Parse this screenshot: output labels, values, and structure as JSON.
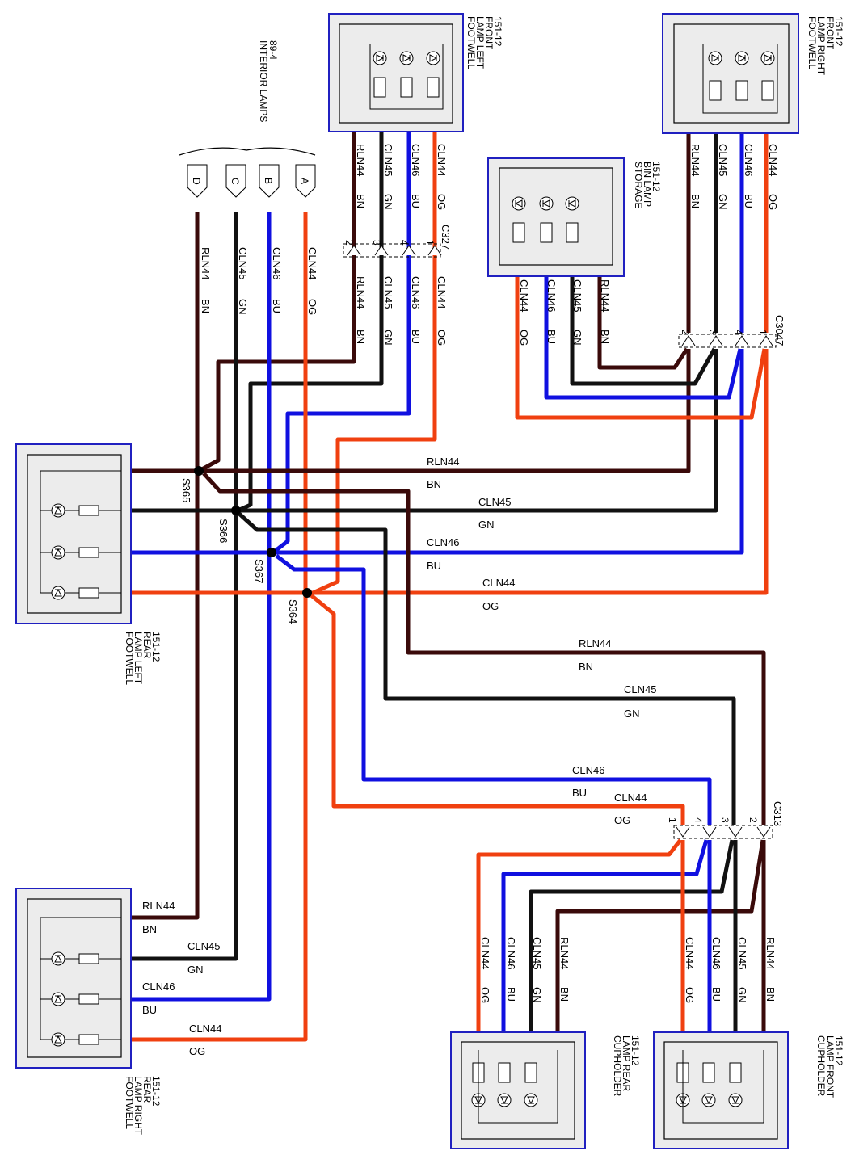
{
  "colors": {
    "BN": "#3a0a0a",
    "GN": "#111111",
    "BU": "#1010e0",
    "OG": "#f04010",
    "module_border": "#2020c0",
    "module_fill": "#ececec"
  },
  "wire_codes": {
    "og": "CLN44",
    "bu": "CLN46",
    "gn": "CLN45",
    "bn": "RLN44",
    "og_c": "OG",
    "bu_c": "BU",
    "gn_c": "GN",
    "bn_c": "BN"
  },
  "components": {
    "flf": [
      "FOOTWELL",
      "LAMP LEFT",
      "FRONT",
      "151-12"
    ],
    "frf": [
      "FOOTWELL",
      "LAMP RIGHT",
      "FRONT",
      "151-12"
    ],
    "storage": [
      "STORAGE",
      "BIN LAMP",
      "151-12"
    ],
    "interior": [
      "INTERIOR LAMPS",
      "89-4"
    ],
    "flr": [
      "FOOTWELL",
      "LAMP LEFT",
      "REAR",
      "151-12"
    ],
    "frr": [
      "FOOTWELL",
      "LAMP RIGHT",
      "REAR",
      "151-12"
    ],
    "cupr": [
      "CUPHOLDER",
      "LAMP REAR",
      "151-12"
    ],
    "cupf": [
      "CUPHOLDER",
      "LAMP FRONT",
      "151-12"
    ]
  },
  "interior_pins": [
    "A",
    "B",
    "C",
    "D"
  ],
  "connectors": {
    "c327": "C327",
    "c3047": "C3047",
    "c313": "C313"
  },
  "splices": [
    "S365",
    "S366",
    "S367",
    "S364"
  ],
  "pin_numbers": [
    "1",
    "2",
    "3",
    "4"
  ],
  "cup_front_bn": "RLN44"
}
